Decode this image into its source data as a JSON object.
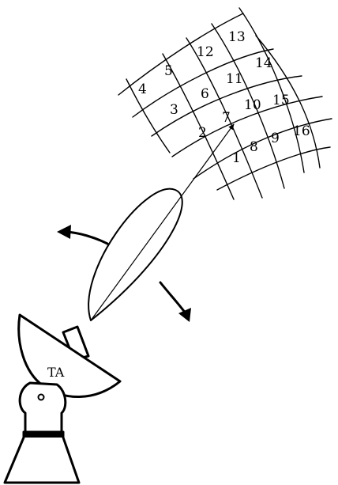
{
  "antenna": {
    "label": "TA"
  },
  "sky_grid": {
    "cells": [
      "1",
      "2",
      "3",
      "4",
      "5",
      "6",
      "7",
      "8",
      "9",
      "10",
      "11",
      "12",
      "13",
      "14",
      "15",
      "16"
    ],
    "pointed_cell": "7"
  },
  "scan_arrows": [
    "scan-left-arrow",
    "scan-right-arrow"
  ]
}
